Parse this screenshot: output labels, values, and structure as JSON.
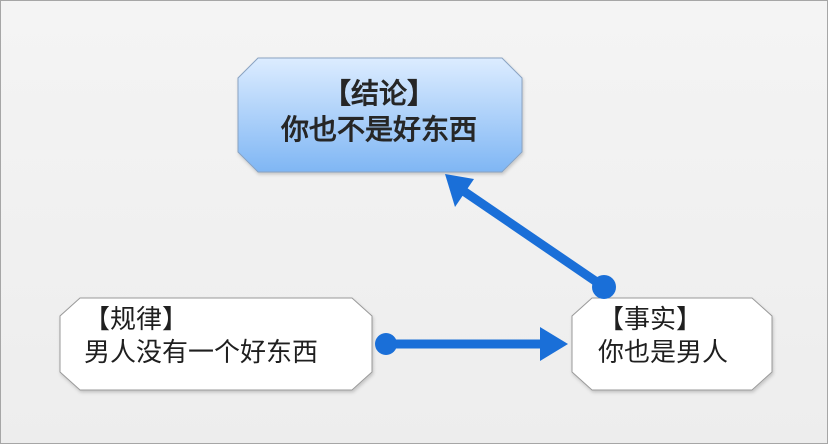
{
  "nodes": {
    "conclusion": {
      "title": "【结论】",
      "body": "你也不是好东西",
      "fill_top": "#dcecff",
      "fill_bottom": "#7fb6f4"
    },
    "rule": {
      "title": "【规律】",
      "body": "男人没有一个好东西"
    },
    "fact": {
      "title": "【事实】",
      "body": "你也是男人"
    }
  },
  "colors": {
    "connector": "#1a6fd8",
    "node_border": "#9a9a9a"
  }
}
